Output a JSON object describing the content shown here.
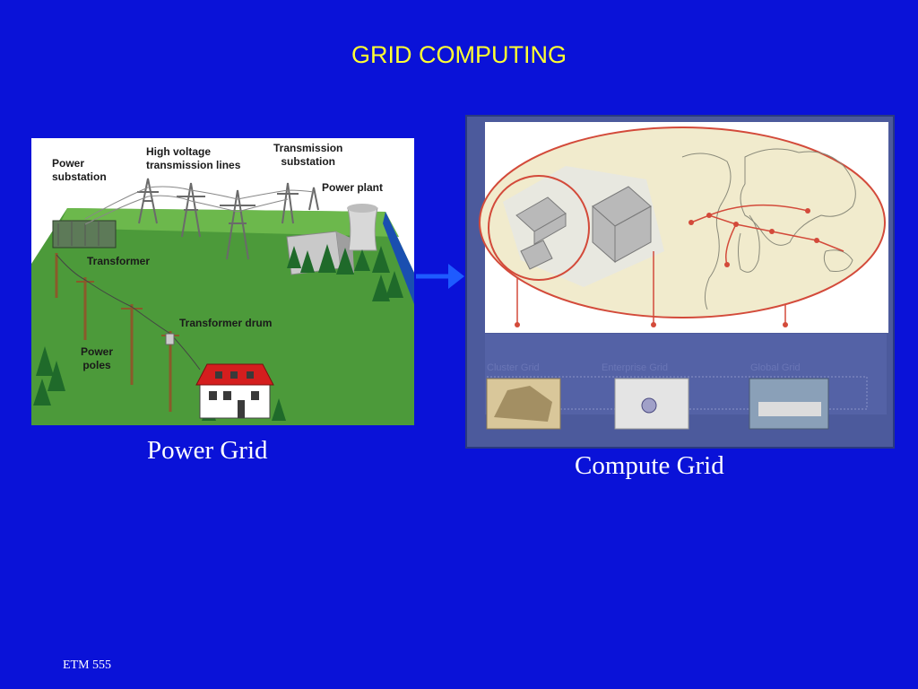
{
  "slide": {
    "title": "GRID COMPUTING",
    "footer": "ETM 555"
  },
  "power_grid": {
    "caption": "Power Grid",
    "labels": {
      "power_substation": "Power\nsubstation",
      "high_voltage": "High voltage\ntransmission lines",
      "transmission_substation": "Transmission\nsubstation",
      "power_plant": "Power plant",
      "transformer": "Transformer",
      "transformer_drum": "Transformer drum",
      "power_poles": "Power\npoles"
    }
  },
  "compute_grid": {
    "caption": "Compute Grid",
    "grid_types": [
      "Cluster Grid",
      "Enterprise Grid",
      "Global Grid"
    ]
  },
  "colors": {
    "background": "#0a12d8",
    "title": "#ffff33",
    "caption": "#ffffff",
    "arrow": "#1e5bff"
  }
}
